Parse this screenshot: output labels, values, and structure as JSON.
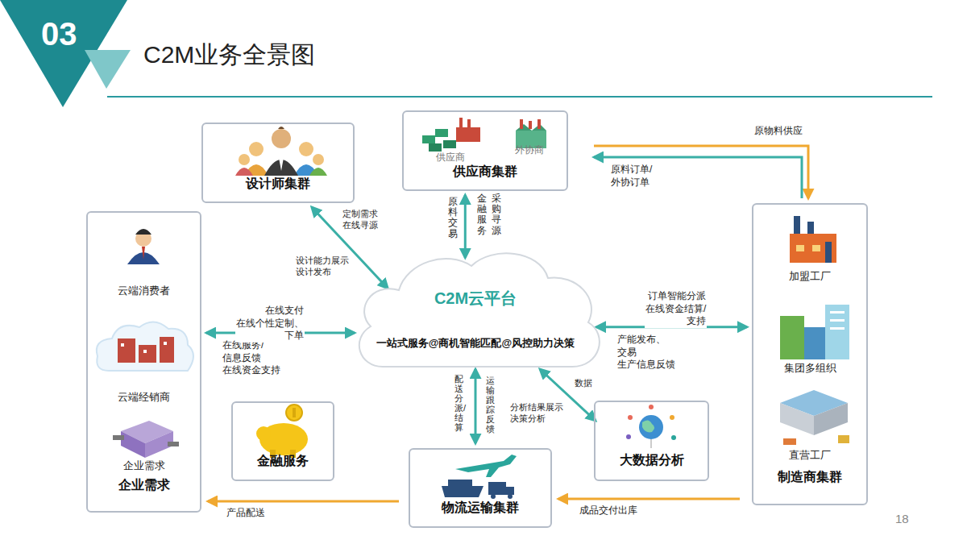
{
  "diagram": {
    "title": "C2M业务全景图",
    "nodes": [
      {
        "text": [
          "设计师集群"
        ]
      },
      {
        "text": [
          "供应商",
          "外协商",
          "供应商集群"
        ]
      },
      {
        "text": [
          "云端消费者",
          "云端经销商",
          "企业需求",
          "企业需求"
        ]
      },
      {
        "text": [
          "C2M云平台",
          "一站式服务@商机智能匹配@风控助力决策"
        ]
      },
      {
        "text": [
          "金融服务"
        ]
      },
      {
        "text": [
          "物流运输集群"
        ]
      },
      {
        "text": [
          "大数据分析"
        ]
      },
      {
        "text": [
          "加盟工厂",
          "集团多组织",
          "直营工厂",
          "制造商集群"
        ]
      }
    ],
    "edges": [
      {
        "from": 0,
        "to": 3,
        "arrow": "both",
        "label": "定制需求 在线寻源"
      },
      {
        "from": 1,
        "to": 3,
        "arrow": "both",
        "label": "原料交易"
      },
      {
        "from": 2,
        "to": 3,
        "arrow": "both",
        "label": "在线支付 在线个性定制、下单"
      },
      {
        "from": 3,
        "to": 7,
        "arrow": "both",
        "label": "订单智能分派 在线资金结算/支持"
      },
      {
        "from": 3,
        "to": 5,
        "arrow": "both",
        "label": "配送分派/结算"
      },
      {
        "from": 3,
        "to": 6,
        "arrow": "both",
        "label": "分析结果展示 决策分析"
      },
      {
        "from": 1,
        "to": 7,
        "arrow": "to",
        "label": "原物料供应"
      },
      {
        "from": 7,
        "to": 1,
        "arrow": "to",
        "label": "原料订单/外协订单"
      },
      {
        "from": 7,
        "to": 5,
        "arrow": "to",
        "label": "成品交付出库"
      },
      {
        "from": 5,
        "to": 2,
        "arrow": "to",
        "label": "产品配送"
      }
    ],
    "labels": [
      "03",
      "设计能力展示 设计发布",
      "金融服务",
      "采购寻源",
      "在线服务/信息反馈 在线资金支持",
      "产能发布、交易 生产信息反馈",
      "运输跟踪反馈",
      "数据",
      "18"
    ]
  }
}
